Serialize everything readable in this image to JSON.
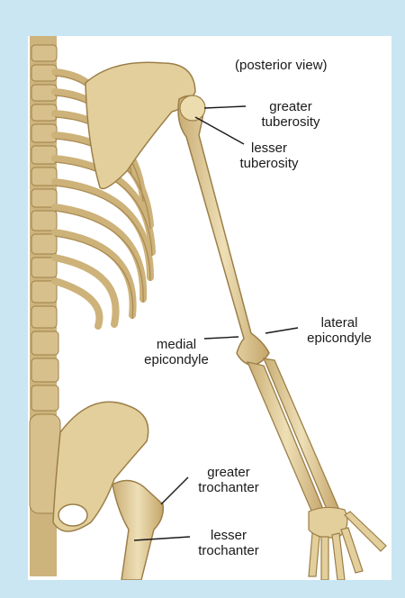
{
  "diagram": {
    "view_note": "(posterior view)",
    "labels": {
      "greater_tuberosity": [
        "greater",
        "tuberosity"
      ],
      "lesser_tuberosity": [
        "lesser",
        "tuberosity"
      ],
      "medial_epicondyle": [
        "medial",
        "epicondyle"
      ],
      "lateral_epicondyle": [
        "lateral",
        "epicondyle"
      ],
      "greater_trochanter": [
        "greater",
        "trochanter"
      ],
      "lesser_trochanter": [
        "lesser",
        "trochanter"
      ]
    },
    "colors": {
      "frame": "#c9e6f2",
      "panel": "#ffffff",
      "bone": "#e6d3a4",
      "bone_shadow": "#b79a62",
      "text": "#1a1a1a"
    }
  }
}
